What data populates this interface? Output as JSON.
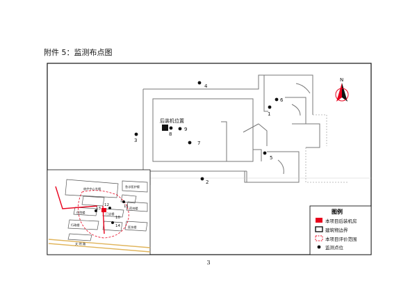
{
  "page": {
    "heading": "附件 5：监测布点图",
    "page_number": "3"
  },
  "map": {
    "equipment_label": "后装机位置",
    "monitoring_points": [
      "1",
      "2",
      "3",
      "4",
      "5",
      "6",
      "7",
      "8",
      "9",
      "10",
      "11",
      "12",
      "13",
      "14"
    ],
    "north_label": "N",
    "inset_labels": {
      "building_a": "放疗中心大楼",
      "building_b": "急诊医护楼",
      "building_c": "住院楼",
      "building_d": "行政楼",
      "building_e": "门诊楼",
      "building_f": "药剂楼",
      "building_g": "医技楼",
      "road": "文 明 路"
    }
  },
  "legend": {
    "title": "图例",
    "items": [
      {
        "label": "本项目后装机房",
        "symbol": "red-box"
      },
      {
        "label": "建筑物边界",
        "symbol": "black-box"
      },
      {
        "label": "本项目评价范围",
        "symbol": "dashed-red-box"
      },
      {
        "label": "监测点位",
        "symbol": "dot"
      }
    ]
  },
  "colors": {
    "accent": "#e8001c",
    "line": "#111111",
    "gray": "#888888"
  }
}
